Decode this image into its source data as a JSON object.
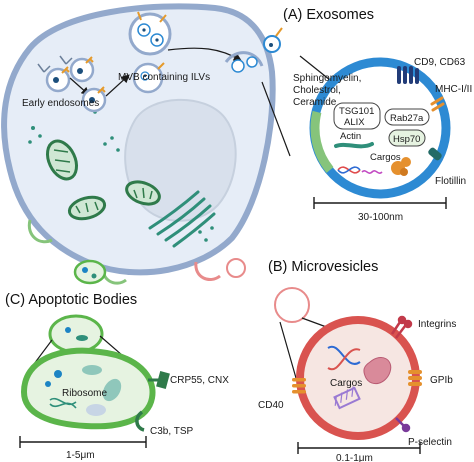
{
  "cell": {
    "early_endosomes": "Early endosomes",
    "mvb": "MVB containing ILVs"
  },
  "exosomes": {
    "title": "(A) Exosomes",
    "lipids": [
      "Sphingomyelin,",
      "Cholestrol,",
      "Ceramide"
    ],
    "tsg101": "TSG101",
    "alix": "ALIX",
    "rab27a": "Rab27a",
    "actin": "Actin",
    "hsp70": "Hsp70",
    "cargos": "Cargos",
    "cd9": "CD9, CD63",
    "mhc": "MHC-I/II",
    "flotillin": "Flotillin",
    "size": "30-100nm"
  },
  "microvesicles": {
    "title": "(B) Microvesicles",
    "integrins": "Integrins",
    "cargos": "Cargos",
    "gpib": "GPIb",
    "cd40": "CD40",
    "pselectin": "P-selectin",
    "size": "0.1-1μm"
  },
  "apoptotic": {
    "title": "(C) Apoptotic Bodies",
    "ribosome": "Ribosome",
    "crp55": "CRP55, CNX",
    "c3b": "C3b, TSP",
    "size": "1-5μm"
  },
  "colors": {
    "cell_fill": "#e6edf7",
    "cell_stroke": "#93a9cc",
    "exosome_ring": "#2d8ad3",
    "lipid_ring": "#86c47b",
    "microvesicle_ring": "#d9534f",
    "microvesicle_fill": "#f6e6e2",
    "apoptotic_ring": "#5bb54a",
    "teal": "#2f8f7a",
    "membrane_pink": "#e88b8b"
  }
}
